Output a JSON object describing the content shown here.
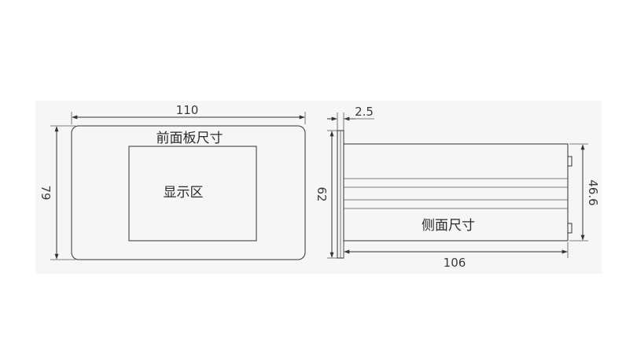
{
  "front_view": {
    "width_dim": "110",
    "height_dim": "79",
    "panel_label": "前面板尺寸",
    "display_label": "显示区"
  },
  "side_view": {
    "thickness_dim": "2.5",
    "height_dim": "62",
    "depth_dim": "106",
    "body_height_dim": "46.6",
    "side_label": "侧面尺寸"
  }
}
